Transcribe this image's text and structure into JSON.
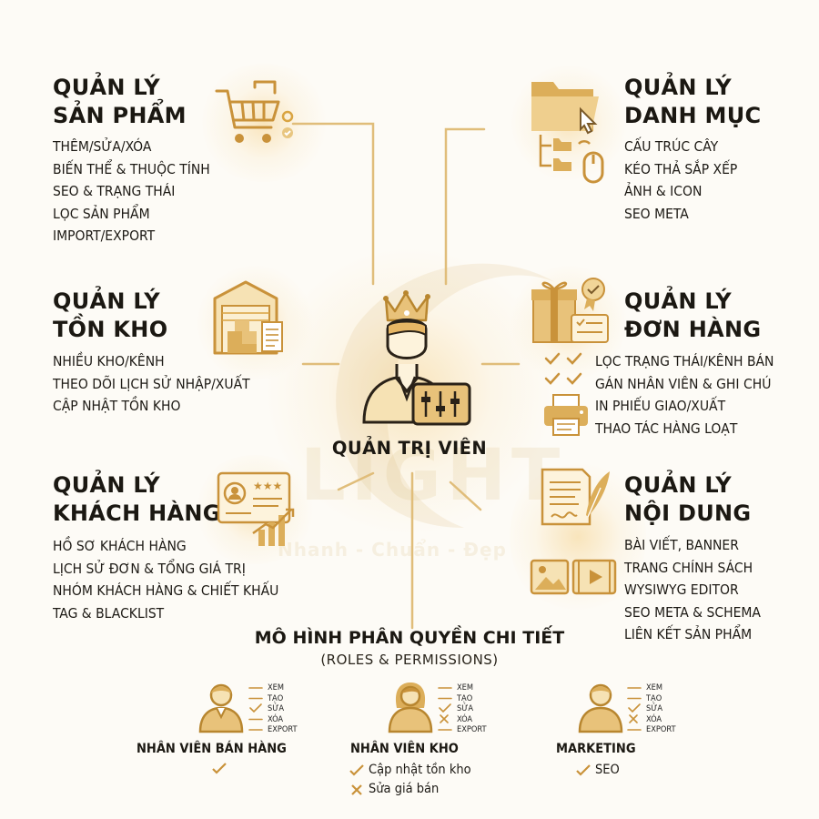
{
  "colors": {
    "gold": "#d9a441",
    "gold_dark": "#b8862f",
    "line": "#e0bd7a",
    "text": "#1b1812"
  },
  "watermark": {
    "brand": "LIGHT",
    "slogan": "Nhanh - Chuẩn - Đẹp"
  },
  "center": {
    "title": "QUẢN TRỊ VIÊN",
    "icon": "admin-crown-icon"
  },
  "sections": {
    "products": {
      "title": "QUẢN LÝ\nSẢN PHẨM",
      "icon": "shopping-cart-icon",
      "items": [
        "THÊM/SỬA/XÓA",
        "BIẾN THỂ & THUỘC TÍNH",
        "SEO & TRẠNG THÁI",
        "LỌC SẢN PHẨM",
        "IMPORT/EXPORT"
      ]
    },
    "categories": {
      "title": "QUẢN LÝ\nDANH MỤC",
      "icon": "folder-tree-icon",
      "items": [
        "CẤU TRÚC CÂY",
        "KÉO THẢ SẮP XẾP",
        "ẢNH & ICON",
        "SEO META"
      ]
    },
    "inventory": {
      "title": "QUẢN LÝ\nTỒN KHO",
      "icon": "warehouse-icon",
      "items": [
        "NHIỀU KHO/KÊNH",
        "THEO DÕI LỊCH SỬ NHẬP/XUẤT",
        "CẬP NHẬT TỒN KHO"
      ]
    },
    "orders": {
      "title": "QUẢN LÝ\nĐƠN HÀNG",
      "icon": "gift-box-icon",
      "items": [
        "LỌC TRẠNG THÁI/KÊNH BÁN",
        "GÁN NHÂN VIÊN & GHI CHÚ",
        "IN PHIẾU GIAO/XUẤT",
        "THAO TÁC HÀNG LOẠT"
      ]
    },
    "customers": {
      "title": "QUẢN LÝ\nKHÁCH HÀNG",
      "icon": "customer-profile-icon",
      "items": [
        "HỒ SƠ KHÁCH HÀNG",
        "LỊCH SỬ ĐƠN & TỔNG GIÁ TRỊ",
        "NHÓM KHÁCH HÀNG & CHIẾT KHẤU",
        "TAG & BLACKLIST"
      ]
    },
    "content": {
      "title": "QUẢN LÝ\nNỘI DUNG",
      "icon": "document-quill-icon",
      "items": [
        "BÀI VIẾT, BANNER",
        "TRANG CHÍNH SÁCH",
        "WYSIWYG EDITOR",
        "SEO META & SCHEMA",
        "LIÊN KẾT SẢN PHẨM"
      ]
    }
  },
  "permissions": {
    "title": "MÔ HÌNH PHÂN QUYỀN CHI TIẾT",
    "subtitle": "(ROLES & PERMISSIONS)",
    "actions": [
      "XEM",
      "TẠO",
      "SỬA",
      "XÓA",
      "EXPORT"
    ],
    "roles": [
      {
        "name": "NHÂN VIÊN BÁN HÀNG",
        "icon": "male-user-icon",
        "marks": [
          "dash",
          "dash",
          "check",
          "dash",
          "dash"
        ],
        "notes": []
      },
      {
        "name": "NHÂN VIÊN KHO",
        "icon": "female-user-icon",
        "marks": [
          "dash",
          "dash",
          "check",
          "cross",
          "dash"
        ],
        "notes": [
          {
            "mark": "check",
            "text": "Cập nhật tồn kho"
          },
          {
            "mark": "cross",
            "text": "Sửa giá bán"
          }
        ]
      },
      {
        "name": "MARKETING",
        "icon": "male-user-icon",
        "marks": [
          "dash",
          "dash",
          "check",
          "cross",
          "dash"
        ],
        "notes": [
          {
            "mark": "check",
            "text": "SEO"
          }
        ]
      }
    ]
  }
}
